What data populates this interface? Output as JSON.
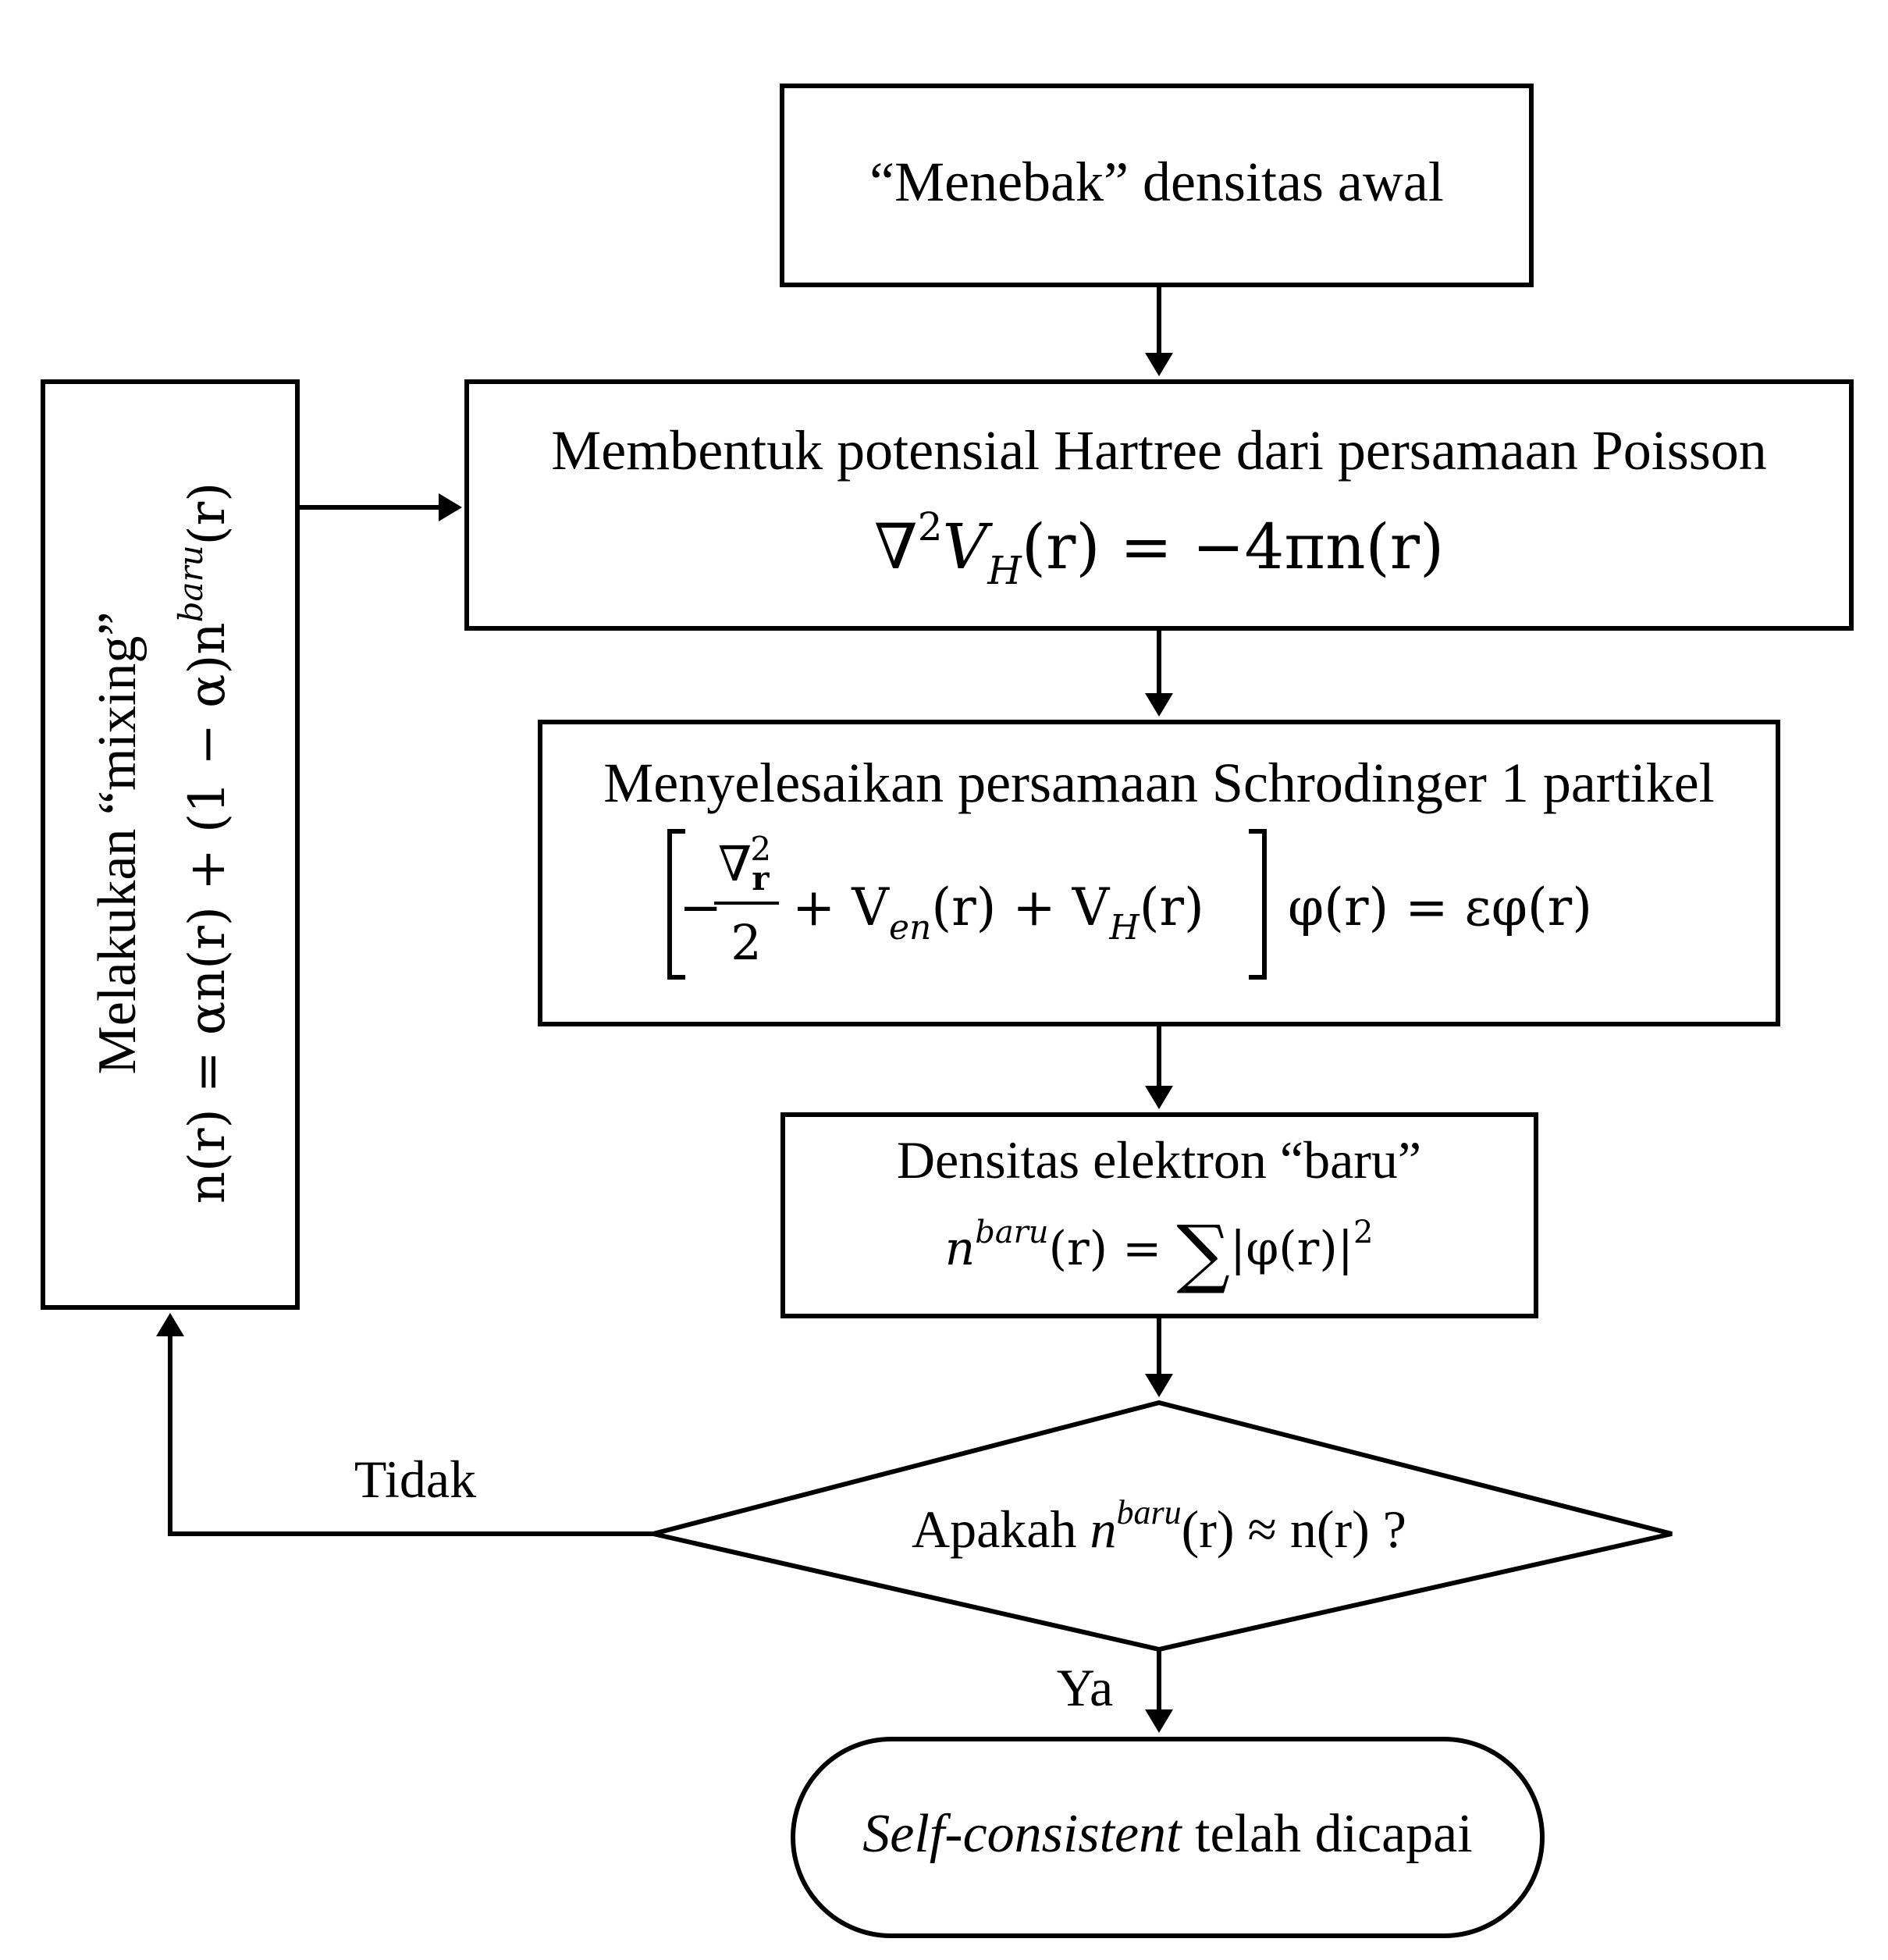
{
  "steps": {
    "start": {
      "label": "“Menebak”  densitas awal"
    },
    "hartree": {
      "label": "Membentuk potensial Hartree dari persamaan Poisson",
      "equation": {
        "nabla": "∇",
        "sup": "2",
        "v": "V",
        "sub": "H",
        "rhs": "(r) = −4πn(r)"
      }
    },
    "schrodinger": {
      "label": "Menyelesaikan persamaan Schrodinger 1 partikel",
      "equation": {
        "minus": "−",
        "frac_num": "∇",
        "frac_num_sub": "r",
        "frac_num_sup": "2",
        "frac_den": "2",
        "plus_v": "+ V",
        "sub_en": "en",
        "mid": "(r) + V",
        "sub_h": "H",
        "close": "(r)",
        "rhs": "φ(r) = εφ(r)"
      }
    },
    "density": {
      "label": "Densitas elektron “baru”",
      "equation": {
        "n": "n",
        "sup": "baru",
        "mid": "(r) = ",
        "sum": "∑",
        "rhs": "|φ(r)|",
        "sq": "2"
      }
    },
    "decision": {
      "prefix": "Apakah ",
      "n": "n",
      "sup": "baru",
      "rest": "(r) ≈ n(r) ?"
    },
    "end": {
      "italic": "Self-consistent",
      "normal": " telah dicapai"
    },
    "mixing": {
      "label": "Melakukan “mixing”",
      "equation": {
        "lhs": "n(r) = αn(r) + (1 − α)n",
        "sup": "baru",
        "close": "(r)"
      }
    }
  },
  "edges": {
    "no_label": "Tidak",
    "yes_label": "Ya"
  },
  "colors": {
    "stroke": "#000000",
    "fill": "#ffffff",
    "text": "#000000"
  }
}
